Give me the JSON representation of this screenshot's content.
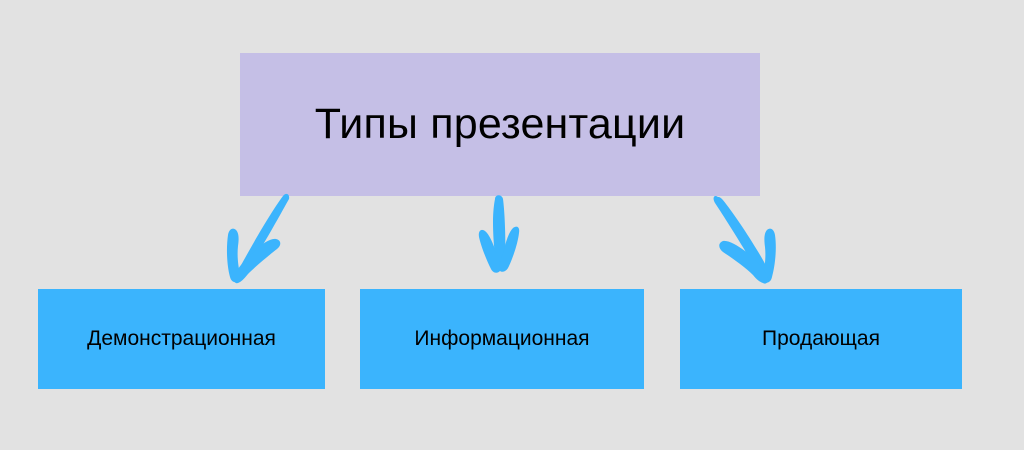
{
  "diagram": {
    "type": "hierarchy-tree",
    "background_color": "#e2e2e2",
    "root": {
      "label": "Типы презентации",
      "fill_color": "#c5bfe6",
      "text_color": "#000000"
    },
    "connector": {
      "style": "hand-drawn-arrow",
      "color": "#3bb4fd",
      "count": 3,
      "directions": [
        "down-left",
        "down",
        "down-right"
      ]
    },
    "children": [
      {
        "label": "Демонстрационная",
        "fill_color": "#3bb4fd",
        "text_color": "#000000"
      },
      {
        "label": "Информационная",
        "fill_color": "#3bb4fd",
        "text_color": "#000000"
      },
      {
        "label": "Продающая",
        "fill_color": "#3bb4fd",
        "text_color": "#000000"
      }
    ]
  }
}
